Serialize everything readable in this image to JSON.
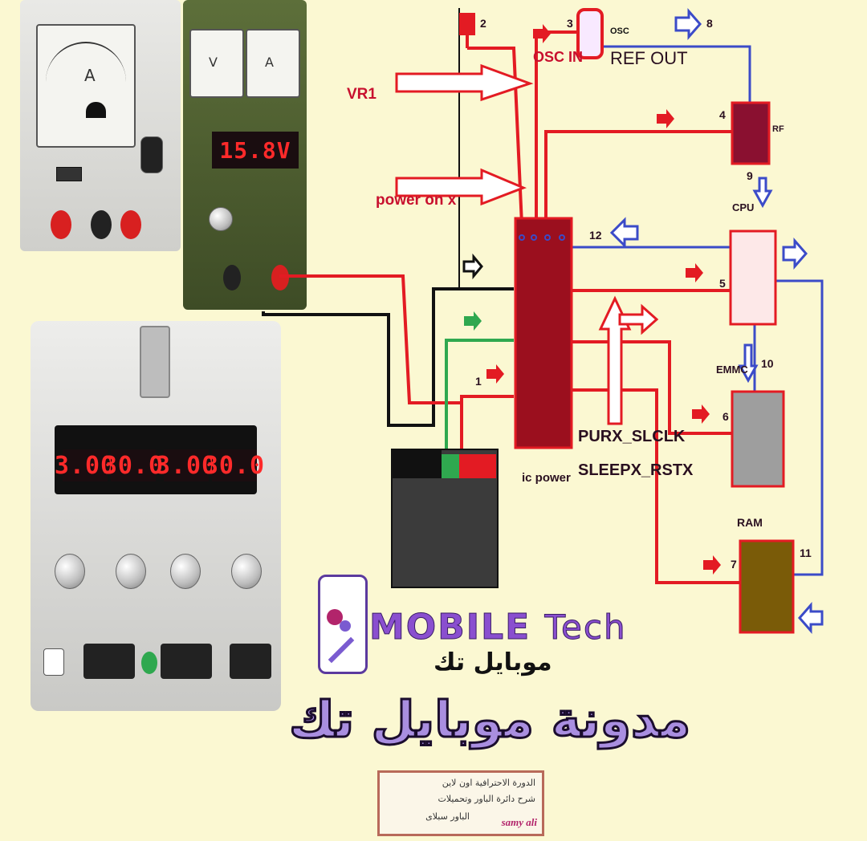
{
  "labels": {
    "vr1": "VR1",
    "power_on": "power on x",
    "osc_in": "OSC IN",
    "osc": "OSC",
    "ref_out": "REF OUT",
    "rf": "RF",
    "cpu": "CPU",
    "emmc": "EMMC",
    "ram": "RAM",
    "ic_power": "ic power",
    "purx": "PURX_SLCLK",
    "sleepx": "SLEEPX_RSTX"
  },
  "numbers": {
    "n1": "1",
    "n2": "2",
    "n3": "3",
    "n4": "4",
    "n5": "5",
    "n6": "6",
    "n7": "7",
    "n8": "8",
    "n9": "9",
    "n10": "10",
    "n11": "11",
    "n12": "12"
  },
  "psu": {
    "top_right_display": "15.8V",
    "bottom_displays": [
      "3.00",
      "30.0",
      "3.00",
      "30.0"
    ]
  },
  "branding": {
    "logo_mobile": "MOBILE",
    "logo_tech": "Tech",
    "logo_arabic": "موبايل تك",
    "blog_title": "مدونة موبايل تك"
  },
  "stamp": {
    "line1": "الدورة الاحترافية اون لاين",
    "line2": "شرح دائرة الباور وتحميلات",
    "line3": "الباور سبلاى",
    "author": "samy ali"
  },
  "colors": {
    "background": "#fbf8d2",
    "power_line": "#e31b23",
    "signal_line": "#3b4bc8",
    "ground_line": "#111111",
    "green_line": "#2fa84f",
    "ic_body": "#9b0f1e",
    "rf_body": "#8a1030",
    "ram_body": "#7a5b08",
    "emmc_body": "#9e9e9e"
  }
}
